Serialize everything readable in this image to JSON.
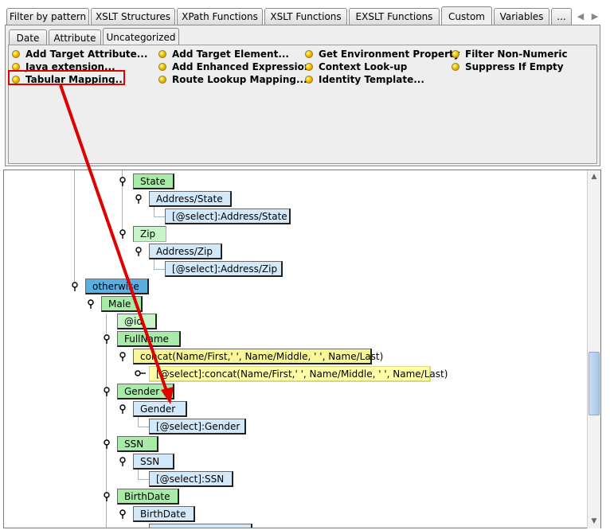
{
  "top_tabs": [
    {
      "label": "Filter by pattern",
      "active": false
    },
    {
      "label": "XSLT Structures",
      "active": false
    },
    {
      "label": "XPath Functions",
      "active": false
    },
    {
      "label": "XSLT Functions",
      "active": false
    },
    {
      "label": "EXSLT Functions",
      "active": false
    },
    {
      "label": "Custom",
      "active": true
    },
    {
      "label": "Variables",
      "active": false
    },
    {
      "label": "...",
      "active": false
    }
  ],
  "sub_tabs": [
    {
      "label": "Date",
      "active": false
    },
    {
      "label": "Attribute",
      "active": false
    },
    {
      "label": "Uncategorized",
      "active": true
    }
  ],
  "functions": [
    [
      "Add Target Attribute...",
      "Java extension...",
      "Tabular Mapping..."
    ],
    [
      "Add Target Element...",
      "Add Enhanced Expression",
      "Route Lookup Mapping..."
    ],
    [
      "Get Environment Property",
      "Context Look-up",
      "Identity Template..."
    ],
    [
      "Filter Non-Numeric",
      "Suppress If Empty"
    ]
  ],
  "highlighted_function": "Tabular Mapping...",
  "tree": {
    "state": "State",
    "address_state": "Address/State",
    "select_address_state": "[@select]:Address/State",
    "zip": "Zip",
    "address_zip": "Address/Zip",
    "select_address_zip": "[@select]:Address/Zip",
    "otherwise": "otherwise",
    "male": "Male",
    "id": "@id",
    "fullname": "FullName",
    "concat": "concat(Name/First,' ', Name/Middle, ' ', Name/Last)",
    "select_concat": "[@select]:concat(Name/First,' ', Name/Middle, ' ', Name/Last)",
    "gender_elem": "Gender",
    "gender_src": "Gender",
    "select_gender": "[@select]:Gender",
    "ssn_elem": "SSN",
    "ssn_src": "SSN",
    "select_ssn": "[@select]:SSN",
    "birthdate_elem": "BirthDate",
    "birthdate_src": "BirthDate"
  },
  "colors": {
    "annotation_red": "#e00000",
    "element_green": "#a8eaa8",
    "source_blue": "#d3e8f8",
    "expression_yellow": "#f7f79a",
    "selected_blue": "#5aaee0"
  }
}
